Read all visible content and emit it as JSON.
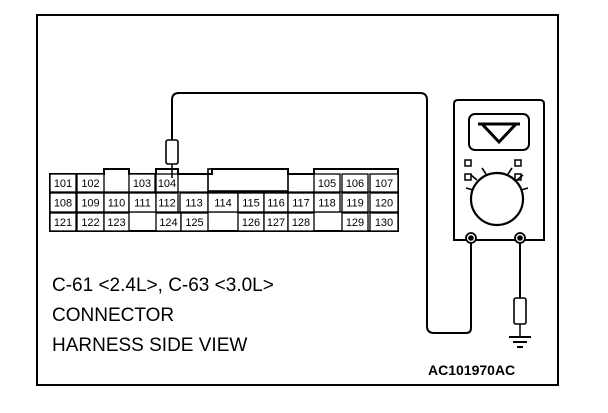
{
  "connector": {
    "rows": [
      [
        "101",
        "102",
        "",
        "103",
        "104",
        "",
        "",
        "",
        "",
        "",
        "",
        "105",
        "106",
        "107"
      ],
      [
        "108",
        "109",
        "110",
        "111",
        "112",
        "113",
        "114",
        "115",
        "116",
        "117",
        "118",
        "119",
        "120"
      ],
      [
        "121",
        "122",
        "123",
        "",
        "124",
        "125",
        "",
        "126",
        "127",
        "128",
        "",
        "129",
        "130"
      ]
    ]
  },
  "caption": {
    "line1": "C-61 <2.4L>, C-63 <3.0L>",
    "line2": "CONNECTOR",
    "line3": "HARNESS SIDE VIEW"
  },
  "reference_code": "AC101970AC",
  "icons": {
    "meter": "multimeter-icon",
    "probe_signal": "probe-icon",
    "probe_ground": "probe-icon",
    "ground": "ground-symbol-icon"
  }
}
